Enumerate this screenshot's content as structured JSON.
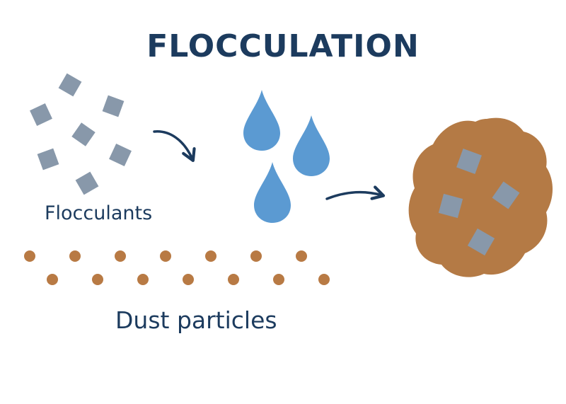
{
  "title": "FLOCCULATION",
  "labels": {
    "flocculants": "Flocculants",
    "dust_particles": "Dust particles"
  },
  "colors": {
    "text": "#1c3b5e",
    "flocculant_square": "#8898aa",
    "water_drop": "#5b9ad2",
    "dust_particle": "#b87a44",
    "floc": "#b47a45",
    "arrow": "#1c3b5e"
  },
  "icons": {
    "flocculant": "square-particle",
    "water": "water-drop",
    "dust": "dot",
    "floc": "floc-blob",
    "arrow": "curved-arrow"
  }
}
